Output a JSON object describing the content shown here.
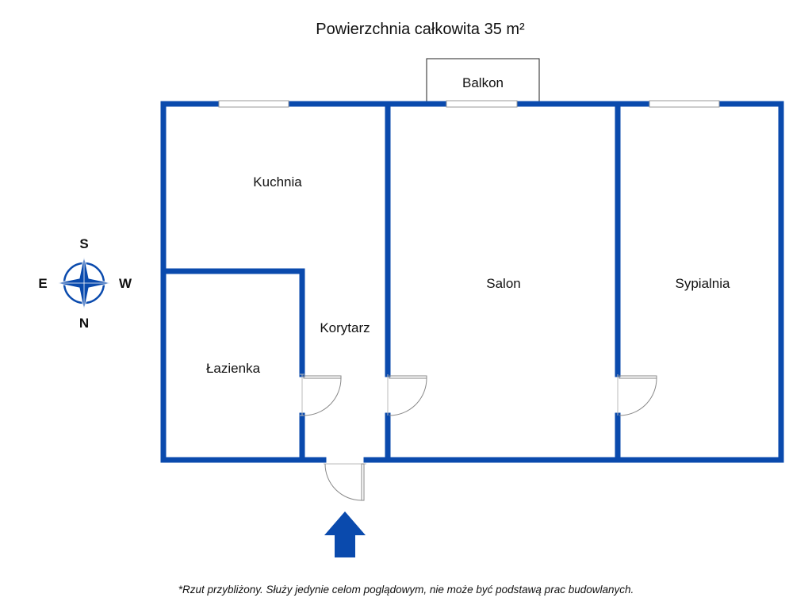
{
  "title": "Powierzchnia całkowita 35 m²",
  "rooms": {
    "balkon": "Balkon",
    "kuchnia": "Kuchnia",
    "salon": "Salon",
    "sypialnia": "Sypialnia",
    "korytarz": "Korytarz",
    "lazienka": "Łazienka"
  },
  "compass": {
    "north": "N",
    "south": "S",
    "east": "E",
    "west": "W"
  },
  "footnote": "*Rzut przybliżony. Służy jedynie celom poglądowym, nie może być podstawą prac budowlanych.",
  "colors": {
    "wall": "#0a4aad"
  }
}
